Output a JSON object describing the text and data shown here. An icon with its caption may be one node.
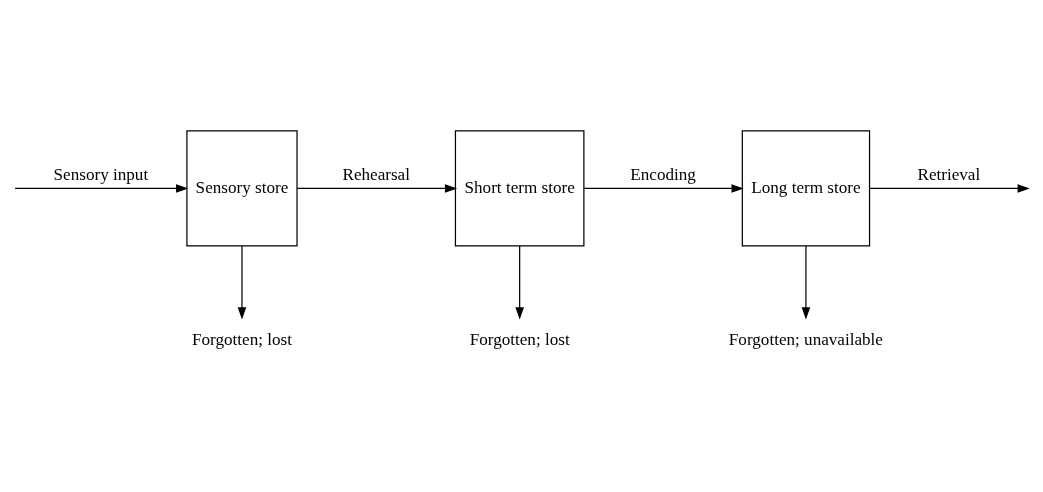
{
  "diagram": {
    "nodes": [
      {
        "text": [
          "Sensory store"
        ]
      },
      {
        "text": [
          "Short term store"
        ]
      },
      {
        "text": [
          "Long term store"
        ]
      },
      {
        "text": [
          "Forgotten; lost"
        ]
      },
      {
        "text": [
          "Forgotten; lost"
        ]
      },
      {
        "text": [
          "Forgotten; unavailable"
        ]
      }
    ],
    "edges": [
      {
        "from": null,
        "to": 0,
        "arrow": "to",
        "label": "Sensory input"
      },
      {
        "from": 0,
        "to": 1,
        "arrow": "to",
        "label": "Rehearsal"
      },
      {
        "from": 1,
        "to": 2,
        "arrow": "to",
        "label": "Encoding"
      },
      {
        "from": 2,
        "to": null,
        "arrow": "to",
        "label": "Retrieval"
      },
      {
        "from": 0,
        "to": 3,
        "arrow": "to"
      },
      {
        "from": 1,
        "to": 4,
        "arrow": "to"
      },
      {
        "from": 2,
        "to": 5,
        "arrow": "to"
      }
    ]
  }
}
